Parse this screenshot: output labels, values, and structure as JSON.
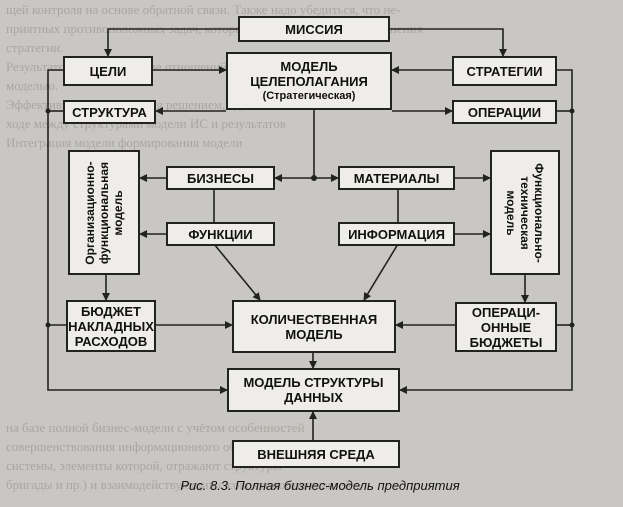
{
  "background_text": [
    "щей контроля на основе обратной связи. Также надо убедиться, что не-",
    "приятных противоположных задач, которые мешают процессу выполнения",
    "стратегии.",
    "Результатом — обеспечение отношений и процессов между",
    "моделью.",
    "Эффективность достигается решением, сделанного в",
    "ходе между структурами модели ИС и результатов",
    "Интеграция модели формирования модели",
    "",
    "",
    "",
    "",
    "",
    "",
    "",
    "",
    "",
    "",
    "",
    "",
    "",
    "",
    "на базе полной бизнес-модели с учётом особенностей",
    "совершенствования информационного обеспечения",
    "системы, элементы которой, отражают структуры",
    "бригады и пр.) и взаимодействующих с совокупностью связей",
    "",
    ""
  ],
  "boxes": {
    "mission": "МИССИЯ",
    "goals": "ЦЕЛИ",
    "model_goal": "МОДЕЛЬ\nЦЕЛЕПОЛАГАНИЯ",
    "model_goal_sub": "(Стратегическая)",
    "strategies": "СТРАТЕГИИ",
    "structure": "СТРУКТУРА",
    "operations": "ОПЕРАЦИИ",
    "org_model": "Организационно-\nфункциональная\nмодель",
    "business": "БИЗНЕСЫ",
    "materials": "МАТЕРИАЛЫ",
    "func_tech": "Функционально-\nтехническая\nмодель",
    "functions": "ФУНКЦИИ",
    "information": "ИНФОРМАЦИЯ",
    "budget_overhead": "БЮДЖЕТ\nНАКЛАДНЫХ\nРАСХОДОВ",
    "quant_model": "КОЛИЧЕСТВЕННАЯ\nМОДЕЛЬ",
    "op_budgets": "ОПЕРАЦИ-\nОННЫЕ\nБЮДЖЕТЫ",
    "data_model": "МОДЕЛЬ СТРУКТУРЫ\nДАННЫХ",
    "environment": "ВНЕШНЯЯ СРЕДА"
  },
  "caption": "Рис. 8.3. Полная бизнес-модель предприятия"
}
